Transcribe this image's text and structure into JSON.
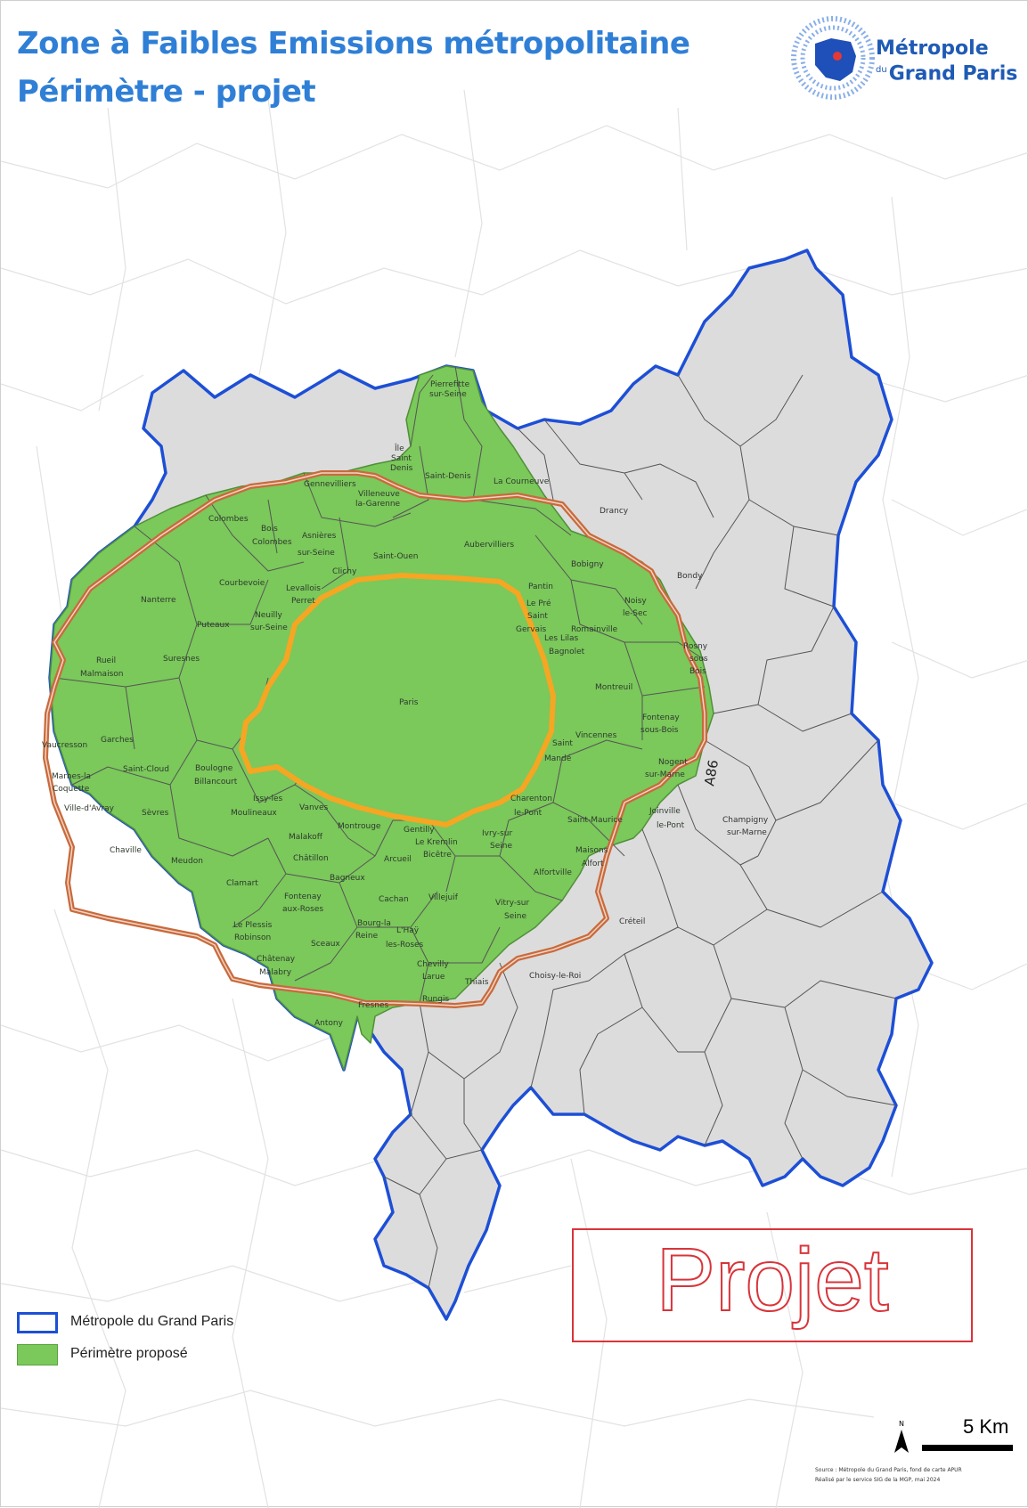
{
  "title": {
    "line1": "Zone à Faibles Emissions métropolitaine",
    "line2": "Périmètre - projet"
  },
  "logo": {
    "line1": "Métropole",
    "small": "du",
    "line2": "Grand Paris",
    "icon": "metropole-logo-icon"
  },
  "legend": {
    "metropole": "Métropole du Grand Paris",
    "perimetre": "Périmètre proposé"
  },
  "stamp": "Projet",
  "road_label": "A86",
  "scale": {
    "label": "5 Km",
    "north": "N"
  },
  "source": {
    "line1": "Source : Métropole du Grand Paris, fond de carte APUR",
    "line2": "Réalisé par le service SIG de la MGP, mai 2024"
  },
  "places": {
    "paris": "Paris",
    "pierrefitte": "Pierrefitte",
    "sur_seine": "sur-Seine",
    "ile_st_denis_1": "Île",
    "ile_st_denis_2": "Saint",
    "ile_st_denis_3": "Denis",
    "saint_denis": "Saint-Denis",
    "la_courneuve": "La Courneuve",
    "drancy": "Drancy",
    "bobigny": "Bobigny",
    "bondy": "Bondy",
    "gennevilliers": "Gennevilliers",
    "villeneuve_1": "Villeneuve",
    "villeneuve_2": "la-Garenne",
    "colombes": "Colombes",
    "bois_colombes_1": "Bois",
    "bois_colombes_2": "Colombes",
    "asnieres_1": "Asnières",
    "asnieres_2": "sur-Seine",
    "saint_ouen": "Saint-Ouen",
    "aubervilliers": "Aubervilliers",
    "clichy": "Clichy",
    "pantin": "Pantin",
    "noisy_1": "Noisy",
    "noisy_2": "le-Sec",
    "courbevoie": "Courbevoie",
    "levallois_1": "Levallois",
    "levallois_2": "Perret",
    "nanterre": "Nanterre",
    "neuilly_1": "Neuilly",
    "neuilly_2": "sur-Seine",
    "pre_1": "Le Pré",
    "pre_2": "Saint",
    "pre_3": "Gervais",
    "romainville": "Romainville",
    "les_lilas": "Les Lilas",
    "bagnolet": "Bagnolet",
    "puteaux": "Puteaux",
    "rosny_1": "Rosny",
    "rosny_2": "sous",
    "rosny_3": "Bois",
    "suresnes": "Suresnes",
    "rueil_1": "Rueil",
    "rueil_2": "Malmaison",
    "montreuil": "Montreuil",
    "fontenay_sb_1": "Fontenay",
    "fontenay_sb_2": "sous-Bois",
    "vincennes": "Vincennes",
    "garches": "Garches",
    "vaucresson": "Vaucresson",
    "saint_cloud": "Saint-Cloud",
    "boulogne_1": "Boulogne",
    "boulogne_2": "Billancourt",
    "saint_mande_1": "Saint",
    "saint_mande_2": "Mandé",
    "nogent_1": "Nogent",
    "nogent_2": "sur-Marne",
    "marnes_1": "Marnes-la",
    "marnes_2": "Coquette",
    "ville_davray": "Ville-d'Avray",
    "issy_1": "Issy-les",
    "issy_2": "Moulineaux",
    "vanves": "Vanves",
    "charenton_1": "Charenton",
    "charenton_2": "le-Pont",
    "saint_maurice": "Saint-Maurice",
    "joinville_1": "Joinville",
    "joinville_2": "le-Pont",
    "sevres": "Sèvres",
    "montrouge": "Montrouge",
    "gentilly": "Gentilly",
    "champigny_1": "Champigny",
    "champigny_2": "sur-Marne",
    "malakoff": "Malakoff",
    "kremlin_1": "Le Kremlin",
    "kremlin_2": "Bicêtre",
    "ivry_1": "Ivry-sur",
    "ivry_2": "Seine",
    "chaville": "Chaville",
    "meudon": "Meudon",
    "chatillon": "Châtillon",
    "arcueil": "Arcueil",
    "maisons_1": "Maisons",
    "maisons_2": "Alfort",
    "alfortville": "Alfortville",
    "bagneux": "Bagneux",
    "clamart": "Clamart",
    "cachan": "Cachan",
    "villejuif": "Villejuif",
    "fontenay_r_1": "Fontenay",
    "fontenay_r_2": "aux-Roses",
    "vitry_1": "Vitry-sur",
    "vitry_2": "Seine",
    "creteil": "Créteil",
    "plessis_1": "Le Plessis",
    "plessis_2": "Robinson",
    "bourg_1": "Bourg-la",
    "bourg_2": "Reine",
    "hay_1": "L'Haÿ",
    "hay_2": "les-Roses",
    "sceaux": "Sceaux",
    "chatenay_1": "Châtenay",
    "chatenay_2": "Malabry",
    "chevilly_1": "Chevilly",
    "chevilly_2": "Larue",
    "thiais": "Thiais",
    "choisy": "Choisy-le-Roi",
    "rungis": "Rungis",
    "fresnes": "Fresnes",
    "antony": "Antony"
  },
  "colors": {
    "title": "#2f7fd6",
    "perimeter_fill": "#7bc85b",
    "metropole_border": "#1d4fd6",
    "metropole_fill": "#dcdcdc",
    "a86_ring": "#c96a3c",
    "peripherique": "#f5a623",
    "stamp": "#d8343a"
  }
}
